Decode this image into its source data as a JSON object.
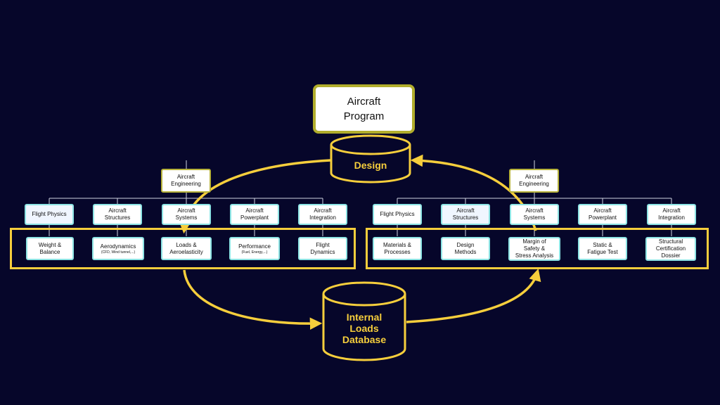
{
  "colors": {
    "background": "#06062a",
    "accent": "#f6ce3c",
    "box_border": "#8de4e4",
    "program_border": "#b1ad2c"
  },
  "program": {
    "line1": "Aircraft",
    "line2": "Program"
  },
  "design": {
    "label": "Design"
  },
  "database": {
    "line1": "Internal",
    "line2": "Loads",
    "line3": "Database"
  },
  "left": {
    "engineering": {
      "line1": "Aircraft",
      "line2": "Engineering"
    },
    "disciplines": [
      {
        "line1": "Flight Physics",
        "line2": ""
      },
      {
        "line1": "Aircraft",
        "line2": "Structures"
      },
      {
        "line1": "Aircraft",
        "line2": "Systems"
      },
      {
        "line1": "Aircraft",
        "line2": "Powerplant"
      },
      {
        "line1": "Aircraft",
        "line2": "Integration"
      }
    ],
    "activities": [
      {
        "line1": "Weight &",
        "line2": "Balance",
        "sub": ""
      },
      {
        "line1": "Aerodynamics",
        "line2": "",
        "sub": "(CFD, Wind tunnel,...)"
      },
      {
        "line1": "Loads &",
        "line2": "Aeroelasticity",
        "sub": ""
      },
      {
        "line1": "Performance",
        "line2": "",
        "sub": "(Fuel, Energy,...)"
      },
      {
        "line1": "Flight",
        "line2": "Dynamics",
        "sub": ""
      }
    ]
  },
  "right": {
    "engineering": {
      "line1": "Aircraft",
      "line2": "Engineering"
    },
    "disciplines": [
      {
        "line1": "Flight Physics",
        "line2": ""
      },
      {
        "line1": "Aircraft",
        "line2": "Structures"
      },
      {
        "line1": "Aircraft",
        "line2": "Systems"
      },
      {
        "line1": "Aircraft",
        "line2": "Powerplant"
      },
      {
        "line1": "Aircraft",
        "line2": "Integration"
      }
    ],
    "activities": [
      {
        "line1": "Materials &",
        "line2": "Processes",
        "line3": ""
      },
      {
        "line1": "Design",
        "line2": "Methods",
        "line3": ""
      },
      {
        "line1": "Margin of",
        "line2": "Safety &",
        "line3": "Stress Analysis"
      },
      {
        "line1": "Static &",
        "line2": "Fatigue Test",
        "line3": ""
      },
      {
        "line1": "Structural",
        "line2": "Certification",
        "line3": "Dossier"
      }
    ]
  }
}
